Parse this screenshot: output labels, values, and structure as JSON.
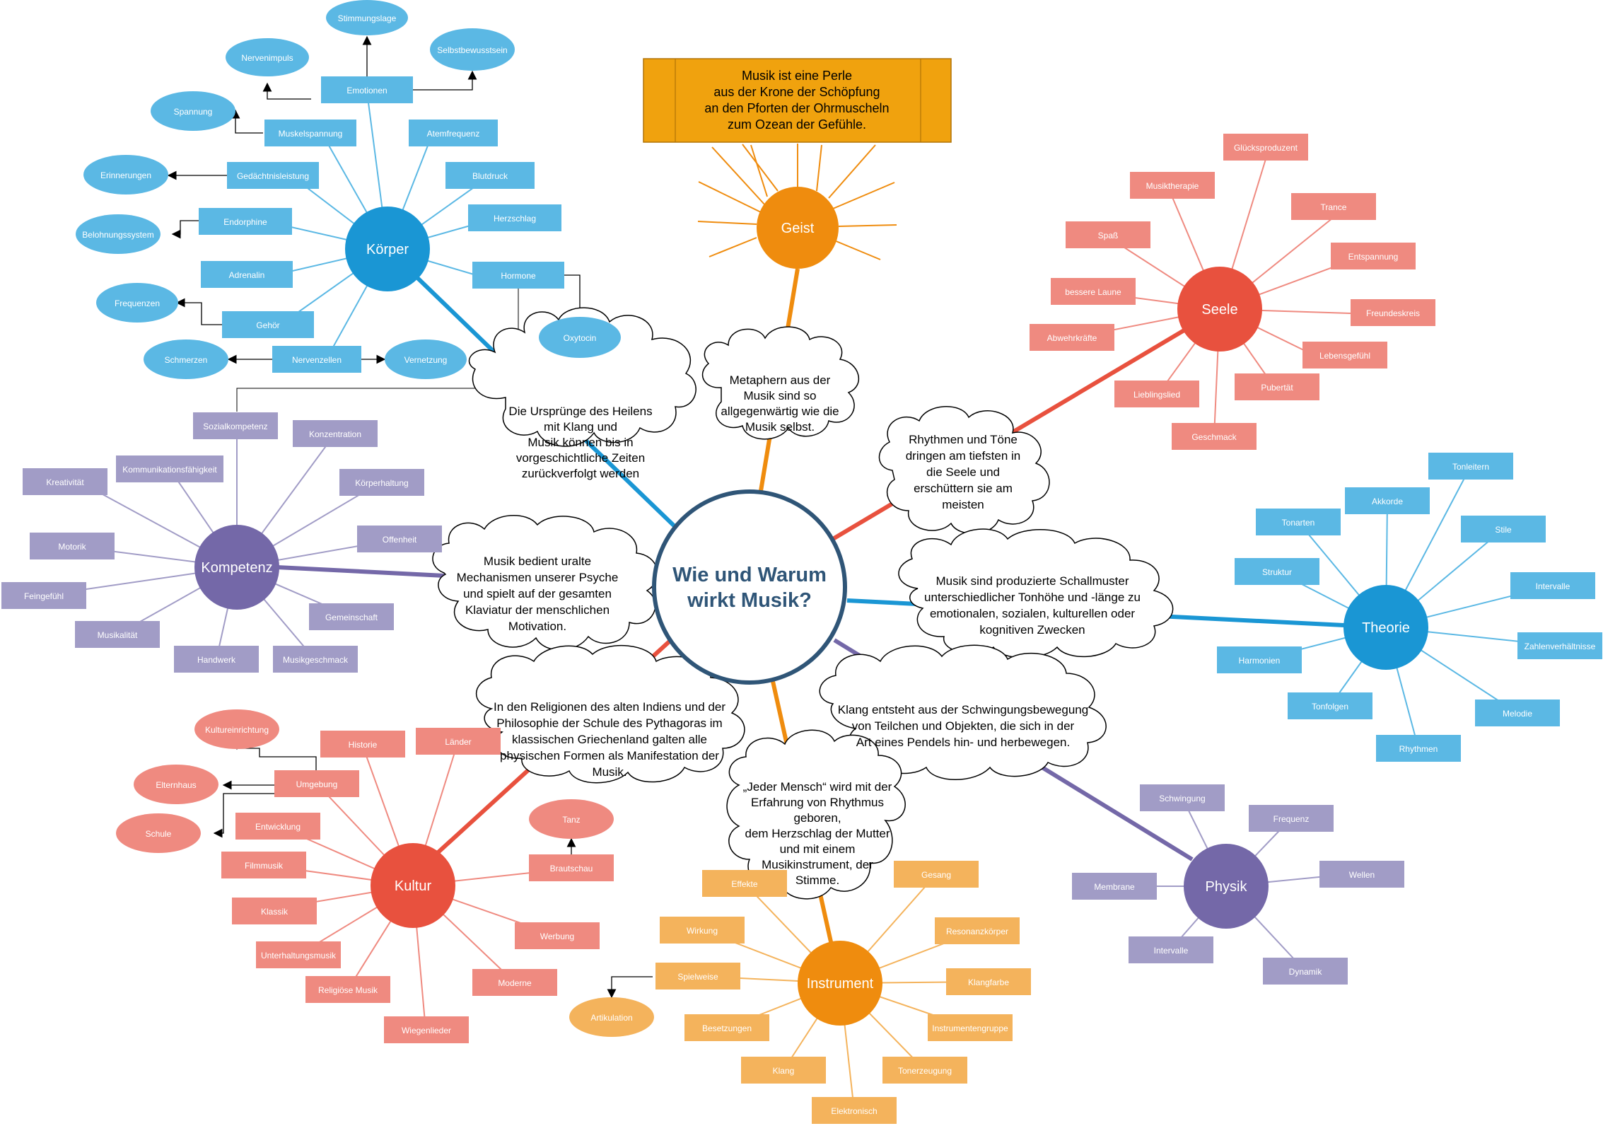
{
  "colors": {
    "koerper": "#1a96d4",
    "koerper_light": "#5bb8e4",
    "seele": "#e8513e",
    "seele_light": "#ef8a80",
    "geist": "#ef8c0e",
    "geist_box": "#f0a20e",
    "kompetenz": "#7468a8",
    "kompetenz_light": "#a19cc6",
    "theorie": "#1a96d4",
    "theorie_light": "#5bb8e4",
    "kultur": "#e8513e",
    "kultur_light": "#ef8a80",
    "instrument": "#ef8c0e",
    "instrument_light": "#f4b35c",
    "physik": "#7468a8",
    "physik_light": "#a19cc6",
    "center_border": "#2f5577",
    "center_text": "#2f5577"
  },
  "center": {
    "line1": "Wie und Warum",
    "line2": "wirkt Musik?"
  },
  "quote_box": {
    "lines": [
      "Musik ist eine Perle",
      "aus der Krone der Schöpfung",
      "an den Pforten der Ohrmuscheln",
      "zum Ozean der Gefühle."
    ]
  },
  "hubs": {
    "koerper": "Körper",
    "seele": "Seele",
    "geist": "Geist",
    "kompetenz": "Kompetenz",
    "theorie": "Theorie",
    "kultur": "Kultur",
    "instrument": "Instrument",
    "physik": "Physik"
  },
  "clouds": {
    "heilen": [
      "Die Ursprünge des Heilens",
      "mit Klang und",
      "Musik können bis in",
      "vorgeschichtliche Zeiten",
      "zurückverfolgt werden"
    ],
    "metaphern": [
      "Metaphern aus der",
      "Musik sind so",
      "allgegenwärtig wie die",
      "Musik selbst."
    ],
    "rhythmen": [
      "Rhythmen und Töne",
      "dringen am tiefsten in",
      "die Seele und",
      "erschüttern sie am",
      "meisten"
    ],
    "mechanismen": [
      "Musik bedient uralte",
      "Mechanismen unserer Psyche",
      "und spielt auf der gesamten",
      "Klaviatur der menschlichen",
      "Motivation."
    ],
    "schallmuster": [
      "Musik sind produzierte Schallmuster",
      "unterschiedlicher Tonhöhe und -länge zu",
      "emotionalen, sozialen, kulturellen oder",
      "kognitiven Zwecken"
    ],
    "religionen": [
      "In den Religionen des alten Indiens und der",
      "Philosophie der Schule des Pythagoras im",
      "klassischen Griechenland galten alle",
      "physischen Formen als Manifestation der",
      "Musik."
    ],
    "klang": [
      "Klang entsteht aus der Schwingungsbewegung",
      "von Teilchen und Objekten, die sich in der",
      "Art eines Pendels hin- und herbewegen."
    ],
    "mensch": [
      "„Jeder Mensch“ wird mit der",
      "Erfahrung von Rhythmus",
      "geboren,",
      "dem Herzschlag der Mutter",
      "und mit einem",
      "Musikinstrument, der",
      "Stimme."
    ]
  },
  "koerper_nodes": {
    "emotionen": "Emotionen",
    "muskelspannung": "Muskelspannung",
    "atemfrequenz": "Atemfrequenz",
    "gedaechtnis": "Gedächtnisleistung",
    "blutdruck": "Blutdruck",
    "endorphine": "Endorphine",
    "herzschlag": "Herzschlag",
    "adrenalin": "Adrenalin",
    "hormone": "Hormone",
    "gehoer": "Gehör",
    "nervenzellen": "Nervenzellen"
  },
  "koerper_ellipses": {
    "stimmungslage": "Stimmungslage",
    "nervenimpuls": "Nervenimpuls",
    "selbstbewusstsein": "Selbstbewusstsein",
    "spannung": "Spannung",
    "erinnerungen": "Erinnerungen",
    "belohnungssystem": "Belohnungssystem",
    "frequenzen": "Frequenzen",
    "oxytocin": "Oxytocin",
    "schmerzen": "Schmerzen",
    "vernetzung": "Vernetzung"
  },
  "seele_nodes": {
    "gluecksproduzent": "Glücksproduzent",
    "musiktherapie": "Musiktherapie",
    "trance": "Trance",
    "spass": "Spaß",
    "entspannung": "Entspannung",
    "bessere_laune": "bessere Laune",
    "freundeskreis": "Freundeskreis",
    "abwehrkraefte": "Abwehrkräfte",
    "lebensgefuehl": "Lebensgefühl",
    "lieblingslied": "Lieblingslied",
    "pubertaet": "Pubertät",
    "geschmack": "Geschmack"
  },
  "kompetenz_nodes": {
    "sozialkompetenz": "Sozialkompetenz",
    "konzentration": "Konzentration",
    "kommunikation": "Kommunikationsfähigkeit",
    "kreativitaet": "Kreativität",
    "koerperhaltung": "Körperhaltung",
    "offenheit": "Offenheit",
    "motorik": "Motorik",
    "feingefuehl": "Feingefühl",
    "gemeinschaft": "Gemeinschaft",
    "musikalitaet": "Musikalität",
    "handwerk": "Handwerk",
    "musikgeschmack": "Musikgeschmack"
  },
  "theorie_nodes": {
    "tonleitern": "Tonleitern",
    "akkorde": "Akkorde",
    "tonarten": "Tonarten",
    "stile": "Stile",
    "struktur": "Struktur",
    "intervalle": "Intervalle",
    "zahlenverhaeltnisse": "Zahlenverhältnisse",
    "harmonien": "Harmonien",
    "melodie": "Melodie",
    "tonfolgen": "Tonfolgen",
    "rhythmen": "Rhythmen"
  },
  "kultur_nodes": {
    "historie": "Historie",
    "laender": "Länder",
    "umgebung": "Umgebung",
    "entwicklung": "Entwicklung",
    "brautschau": "Brautschau",
    "filmmusik": "Filmmusik",
    "klassik": "Klassik",
    "werbung": "Werbung",
    "unterhaltungsmusik": "Unterhaltungsmusik",
    "moderne": "Moderne",
    "religioese_musik": "Religiöse Musik",
    "wiegenlieder": "Wiegenlieder"
  },
  "kultur_ellipses": {
    "kultureinrichtung": "Kultureinrichtung",
    "elternhaus": "Elternhaus",
    "schule": "Schule",
    "tanz": "Tanz"
  },
  "instrument_nodes": {
    "effekte": "Effekte",
    "gesang": "Gesang",
    "wirkung": "Wirkung",
    "resonanzkoerper": "Resonanzkörper",
    "spielweise": "Spielweise",
    "klangfarbe": "Klangfarbe",
    "besetzungen": "Besetzungen",
    "instrumentengruppe": "Instrumentengruppe",
    "klang": "Klang",
    "tonerzeugung": "Tonerzeugung",
    "elektronisch": "Elektronisch"
  },
  "instrument_ellipses": {
    "artikulation": "Artikulation"
  },
  "physik_nodes": {
    "schwingung": "Schwingung",
    "frequenz": "Frequenz",
    "membrane": "Membrane",
    "wellen": "Wellen",
    "intervalle": "Intervalle",
    "dynamik": "Dynamik"
  }
}
